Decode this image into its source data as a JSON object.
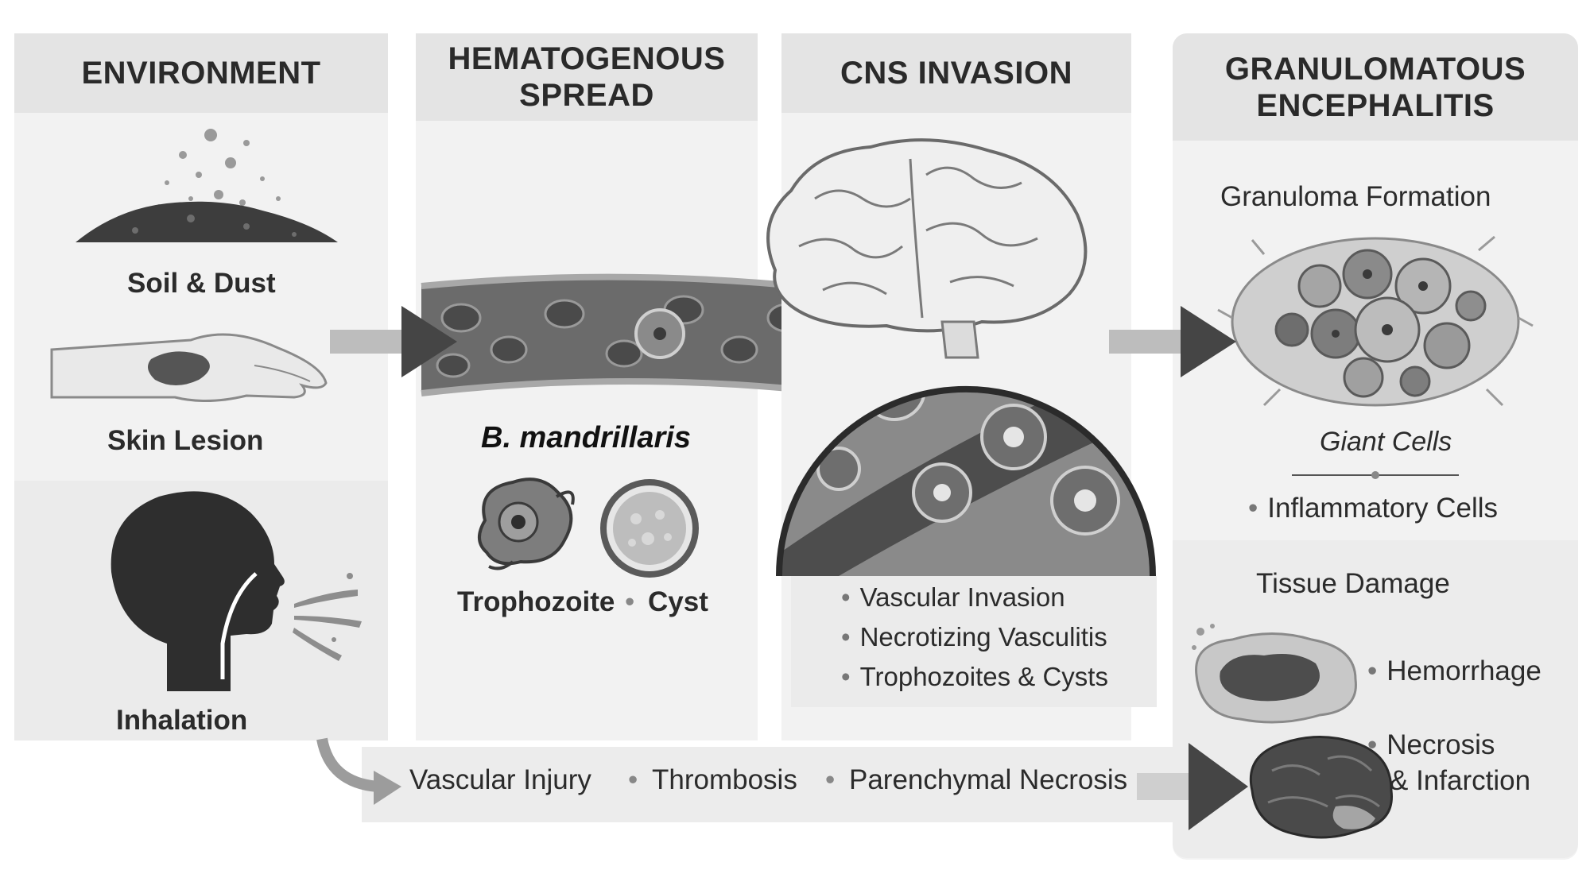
{
  "stages": {
    "environment": {
      "title": "ENVIRONMENT",
      "soil_label": "Soil & Dust",
      "skin_label": "Skin Lesion",
      "inhalation_label": "Inhalation"
    },
    "hematogenous": {
      "title_line1": "HEMATOGENOUS",
      "title_line2": "SPREAD",
      "organism": "B. mandrillaris",
      "trophozoite_label": "Trophozoite",
      "cyst_label": "Cyst"
    },
    "cns": {
      "title": "CNS INVASION",
      "bullets": [
        "Vascular Invasion",
        "Necrotizing Vasculitis",
        "Trophozoites & Cysts"
      ]
    },
    "granulomatous": {
      "title_line1": "GRANULOMATOUS",
      "title_line2": "ENCEPHALITIS",
      "granuloma_title": "Granuloma Formation",
      "giant_cells": "Giant Cells",
      "inflammatory_cells": "Inflammatory Cells",
      "tissue_damage_title": "Tissue Damage",
      "hemorrhage": "Hemorrhage",
      "necrosis_line1": "Necrosis",
      "necrosis_line2": "& Infarction"
    }
  },
  "bottom_flow": {
    "items": [
      "Vascular Injury",
      "Thrombosis",
      "Parenchymal Necrosis"
    ]
  },
  "colors": {
    "panel_bg": "#f2f2f2",
    "header_bg": "#e4e4e4",
    "dark": "#3a3a3a",
    "arrow": "#4a4a4a"
  },
  "icons": [
    "soil-pile-icon",
    "hand-icon",
    "head-silhouette-icon",
    "blood-vessel-icon",
    "trophozoite-icon",
    "cyst-icon",
    "brain-icon",
    "magnified-tissue-icon",
    "granuloma-icon",
    "hemorrhage-tissue-icon",
    "necrotic-brain-icon"
  ]
}
